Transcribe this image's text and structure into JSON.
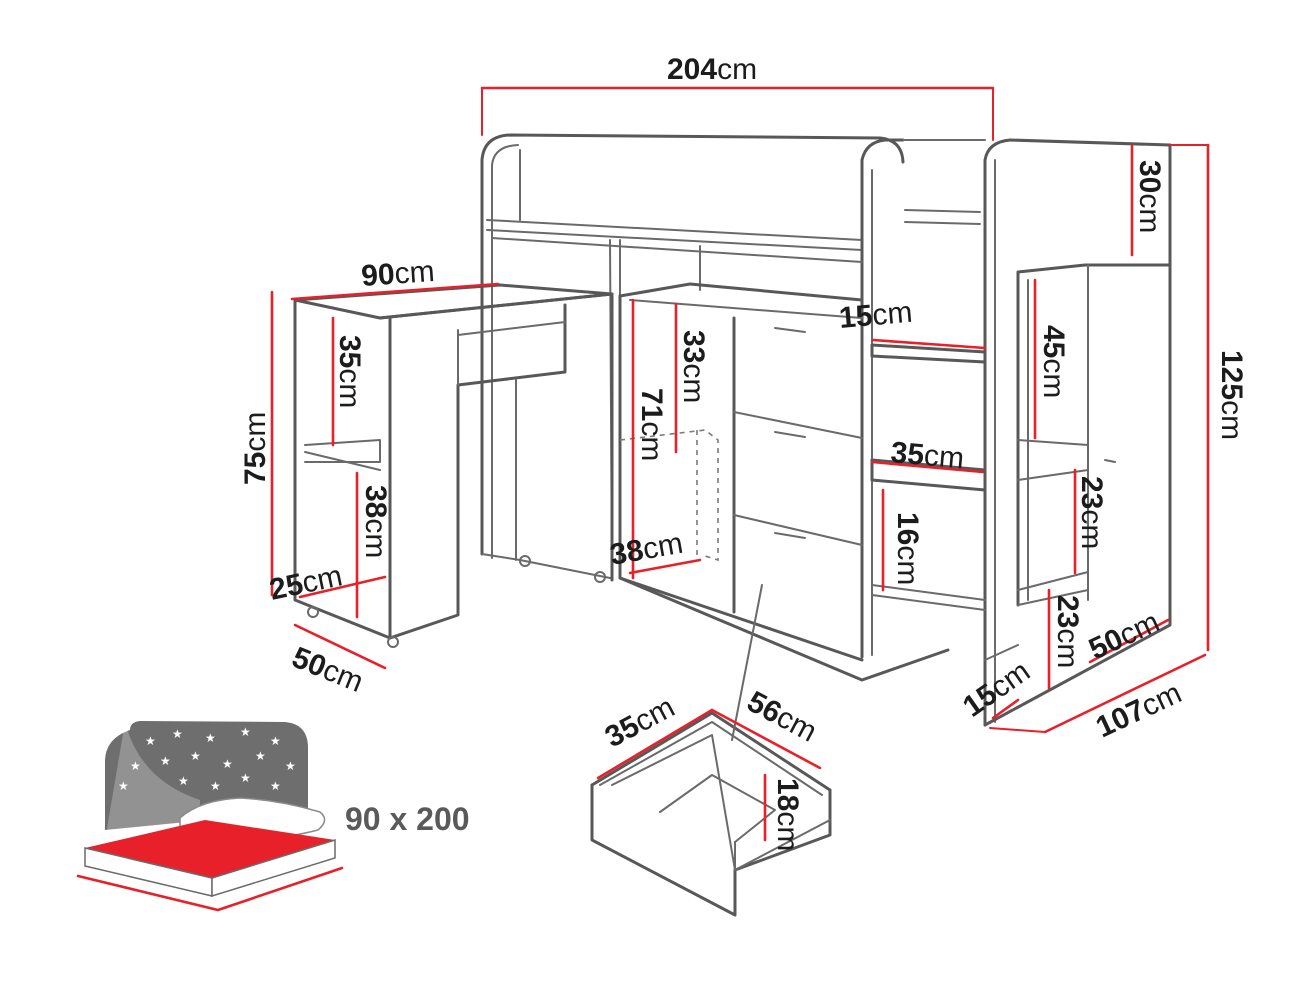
{
  "dimensions": {
    "width_top": {
      "value": "204",
      "unit": "cm"
    },
    "desk_width": {
      "value": "90",
      "unit": "cm"
    },
    "desk_height": {
      "value": "75",
      "unit": "cm"
    },
    "desk_shelf_top": {
      "value": "35",
      "unit": "cm"
    },
    "desk_shelf_low": {
      "value": "38",
      "unit": "cm"
    },
    "desk_shelf_depth": {
      "value": "25",
      "unit": "cm"
    },
    "desk_depth": {
      "value": "50",
      "unit": "cm"
    },
    "cabinet_upper": {
      "value": "33",
      "unit": "cm"
    },
    "cabinet_height": {
      "value": "71",
      "unit": "cm"
    },
    "cabinet_depth": {
      "value": "38",
      "unit": "cm"
    },
    "rail_height": {
      "value": "30",
      "unit": "cm"
    },
    "step_depth": {
      "value": "15",
      "unit": "cm"
    },
    "side_upper": {
      "value": "45",
      "unit": "cm"
    },
    "step_width": {
      "value": "35",
      "unit": "cm"
    },
    "step_height": {
      "value": "16",
      "unit": "cm"
    },
    "side_shelf_mid": {
      "value": "23",
      "unit": "cm"
    },
    "side_shelf_low": {
      "value": "23",
      "unit": "cm"
    },
    "side_depth": {
      "value": "50",
      "unit": "cm"
    },
    "total_height": {
      "value": "125",
      "unit": "cm"
    },
    "total_depth": {
      "value": "107",
      "unit": "cm"
    },
    "bottom_step": {
      "value": "15",
      "unit": "cm"
    },
    "drawer_depth": {
      "value": "35",
      "unit": "cm"
    },
    "drawer_width": {
      "value": "56",
      "unit": "cm"
    },
    "drawer_height": {
      "value": "18",
      "unit": "cm"
    }
  },
  "mattress": {
    "size_label": "90 x 200"
  },
  "colors": {
    "dimension_line": "#e8202a",
    "outline": "#585858",
    "mattress": "#e8202a",
    "headboard": "#6e6e6e"
  },
  "icons": [
    "bed-icon",
    "star-icon"
  ]
}
